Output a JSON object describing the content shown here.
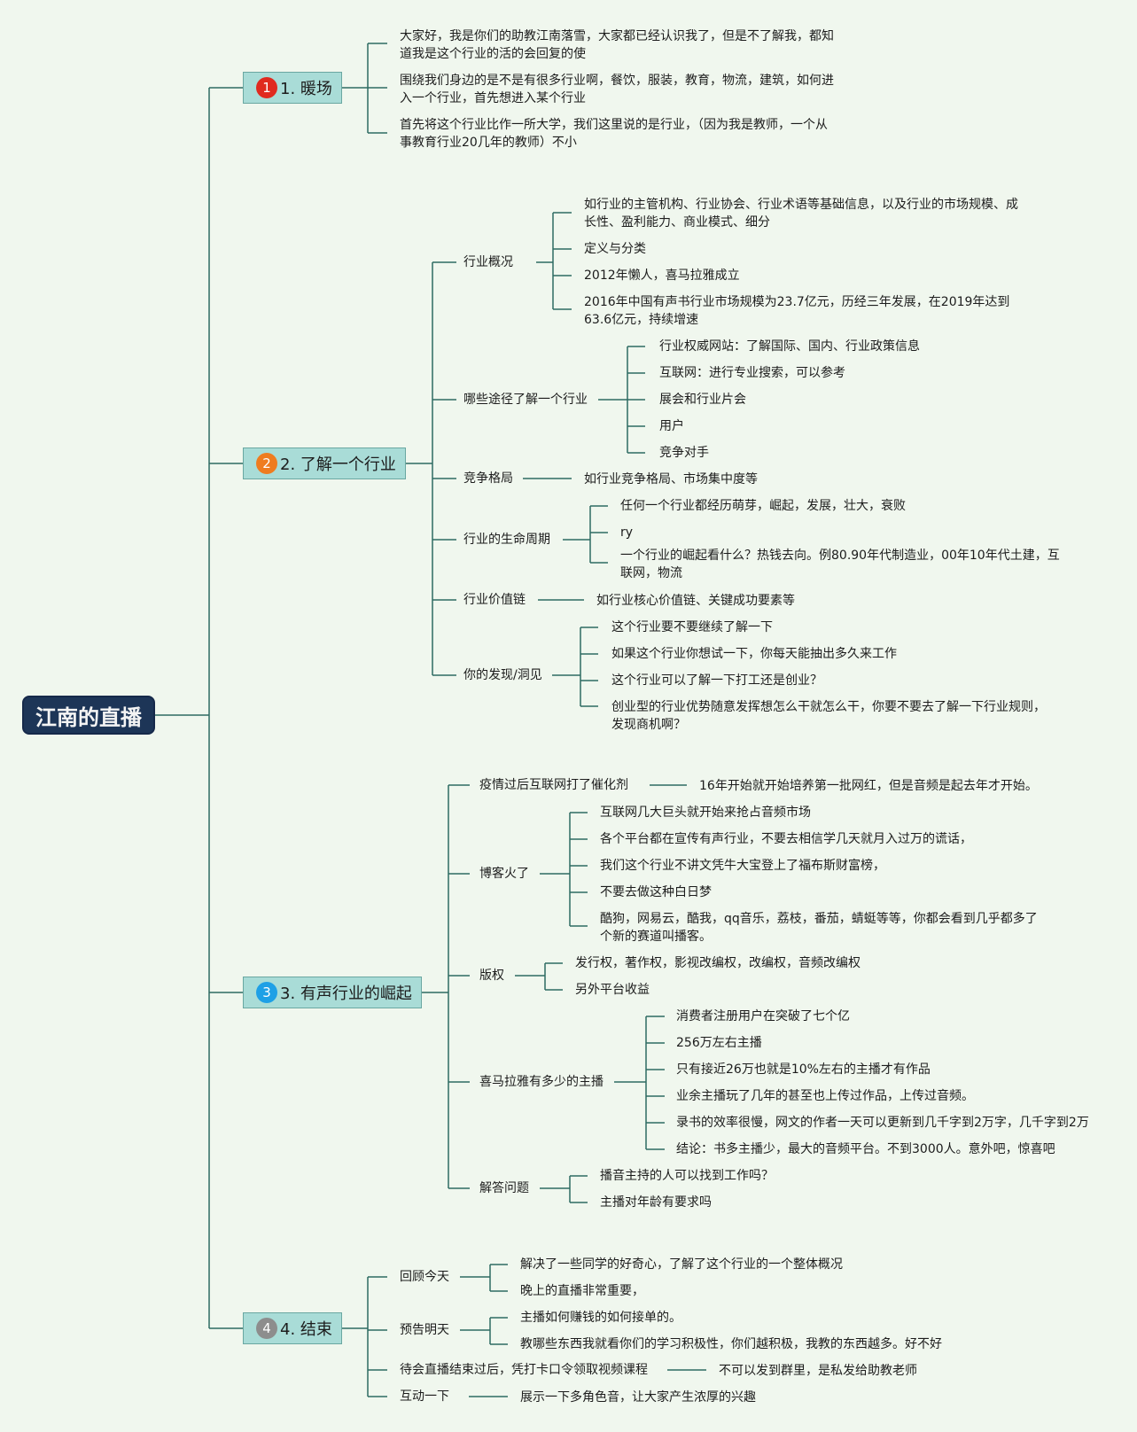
{
  "root": "江南的直播",
  "colors": {
    "background": "#f0f7ee",
    "root_fill": "#1d3557",
    "branch_fill": "#a9dcd7",
    "connector": "#2e6b62",
    "badge_1": "#e02a1f",
    "badge_2": "#ef7c1f",
    "badge_3": "#1ea0e6",
    "badge_4": "#8d8d8d"
  },
  "branches": [
    {
      "num": "1",
      "label": "1. 暖场",
      "leaves": [
        "大家好，我是你们的助教江南落雪，大家都已经认识我了，但是不了解我，都知道我是这个行业的活的会回复的使",
        "围绕我们身边的是不是有很多行业啊，餐饮，服装，教育，物流，建筑，如何进入一个行业，首先想进入某个行业",
        "首先将这个行业比作一所大学，我们这里说的是行业，（因为我是教师，一个从事教育行业20几年的教师）不小"
      ]
    },
    {
      "num": "2",
      "label": "2. 了解一个行业",
      "subs": [
        {
          "label": "行业概况",
          "leaves": [
            "如行业的主管机构、行业协会、行业术语等基础信息，以及行业的市场规模、成长性、盈利能力、商业模式、细分",
            "定义与分类",
            "2012年懒人，喜马拉雅成立",
            "2016年中国有声书行业市场规模为23.7亿元，历经三年发展，在2019年达到63.6亿元，持续增速"
          ]
        },
        {
          "label": "哪些途径了解一个行业",
          "leaves": [
            "行业权威网站：了解国际、国内、行业政策信息",
            "互联网：进行专业搜索，可以参考",
            "展会和行业片会",
            "用户",
            "竞争对手"
          ]
        },
        {
          "label": "竞争格局",
          "leaves": [
            "如行业竞争格局、市场集中度等"
          ]
        },
        {
          "label": "行业的生命周期",
          "leaves": [
            "任何一个行业都经历萌芽，崛起，发展，壮大，衰败",
            "ry",
            "一个行业的崛起看什么？热钱去向。例80.90年代制造业，00年10年代土建，互联网，物流"
          ]
        },
        {
          "label": "行业价值链",
          "leaves": [
            "如行业核心价值链、关键成功要素等"
          ]
        },
        {
          "label": "你的发现/洞见",
          "leaves": [
            "这个行业要不要继续了解一下",
            "如果这个行业你想试一下，你每天能抽出多久来工作",
            "这个行业可以了解一下打工还是创业？",
            "创业型的行业优势随意发挥想怎么干就怎么干，你要不要去了解一下行业规则，发现商机啊？"
          ]
        }
      ]
    },
    {
      "num": "3",
      "label": "3. 有声行业的崛起",
      "subs": [
        {
          "label": "疫情过后互联网打了催化剂",
          "leaves": [
            "16年开始就开始培养第一批网红，但是音频是起去年才开始。"
          ]
        },
        {
          "label": "博客火了",
          "leaves": [
            "互联网几大巨头就开始来抢占音频市场",
            "各个平台都在宣传有声行业，不要去相信学几天就月入过万的谎话，",
            "我们这个行业不讲文凭牛大宝登上了福布斯财富榜，",
            "不要去做这种白日梦",
            "酷狗，网易云，酷我，qq音乐，荔枝，番茄，蜻蜓等等，你都会看到几乎都多了个新的赛道叫播客。"
          ]
        },
        {
          "label": "版权",
          "leaves": [
            "发行权，著作权，影视改编权，改编权，音频改编权",
            "另外平台收益"
          ]
        },
        {
          "label": "喜马拉雅有多少的主播",
          "leaves": [
            "消费者注册用户在突破了七个亿",
            "256万左右主播",
            "只有接近26万也就是10%左右的主播才有作品",
            "业余主播玩了几年的甚至也上传过作品，上传过音频。",
            "录书的效率很慢，网文的作者一天可以更新到几千字到2万字，几千字到2万",
            "结论：书多主播少，最大的音频平台。不到3000人。意外吧，惊喜吧"
          ]
        },
        {
          "label": "解答问题",
          "leaves": [
            "播音主持的人可以找到工作吗？",
            "主播对年龄有要求吗"
          ]
        }
      ]
    },
    {
      "num": "4",
      "label": "4. 结束",
      "subs": [
        {
          "label": "回顾今天",
          "leaves": [
            "解决了一些同学的好奇心，了解了这个行业的一个整体概况",
            "晚上的直播非常重要，"
          ]
        },
        {
          "label": "预告明天",
          "leaves": [
            "主播如何赚钱的如何接单的。",
            "教哪些东西我就看你们的学习积极性，你们越积极，我教的东西越多。好不好"
          ]
        },
        {
          "label": "待会直播结束过后，凭打卡口令领取视频课程",
          "leaves": [
            "不可以发到群里，是私发给助教老师"
          ]
        },
        {
          "label": "互动一下",
          "leaves": [
            "展示一下多角色音，让大家产生浓厚的兴趣"
          ]
        }
      ]
    }
  ]
}
